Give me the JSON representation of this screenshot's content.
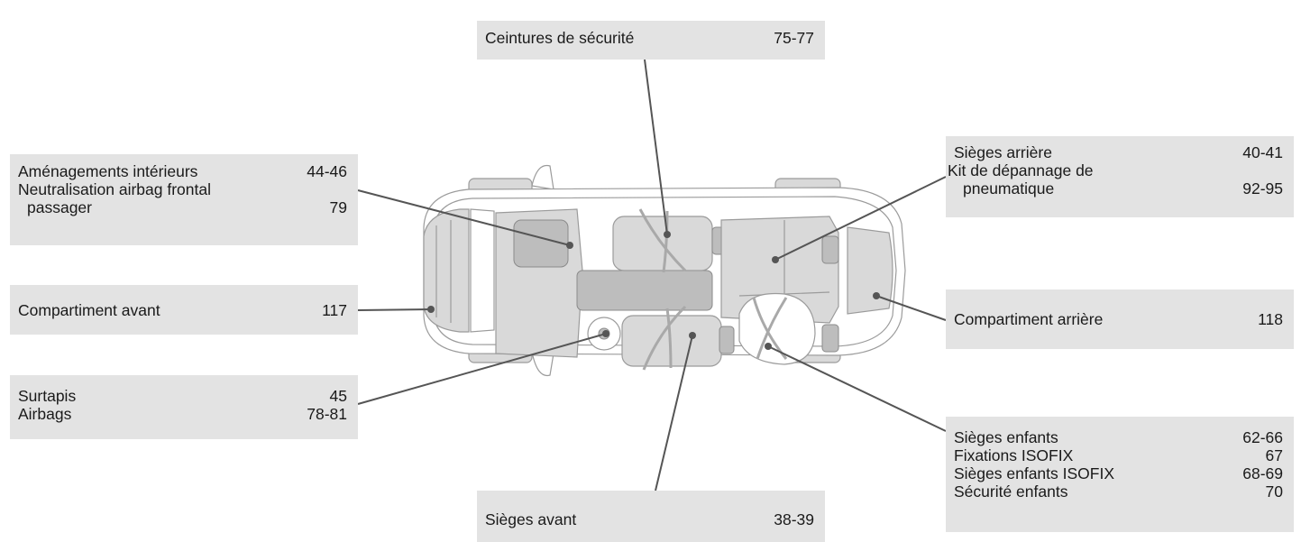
{
  "callouts": {
    "ceintures": {
      "items": [
        {
          "label": "Ceintures de sécurité",
          "pages": "75-77"
        }
      ]
    },
    "amenagements": {
      "items": [
        {
          "label": "Aménagements intérieurs",
          "pages": "44-46"
        },
        {
          "label": "Neutralisation airbag frontal",
          "pages": ""
        },
        {
          "label": "passager",
          "pages": "79"
        }
      ]
    },
    "compartiment_avant": {
      "items": [
        {
          "label": "Compartiment avant",
          "pages": "117"
        }
      ]
    },
    "surtapis": {
      "items": [
        {
          "label": "Surtapis",
          "pages": "45"
        },
        {
          "label": "Airbags",
          "pages": "78-81"
        }
      ]
    },
    "sieges_avant": {
      "items": [
        {
          "label": "Sièges avant",
          "pages": "38-39"
        }
      ]
    },
    "sieges_arriere": {
      "items": [
        {
          "label": "Sièges arrière",
          "pages": "40-41"
        },
        {
          "label": "Kit de dépannage de",
          "pages": ""
        },
        {
          "label": "pneumatique",
          "pages": "92-95"
        }
      ]
    },
    "compartiment_arriere": {
      "items": [
        {
          "label": "Compartiment arrière",
          "pages": "118"
        }
      ]
    },
    "sieges_enfants": {
      "items": [
        {
          "label": "Sièges enfants",
          "pages": "62-66"
        },
        {
          "label": "Fixations ISOFIX",
          "pages": "67"
        },
        {
          "label": "Sièges enfants ISOFIX",
          "pages": "68-69"
        },
        {
          "label": "Sécurité enfants",
          "pages": "70"
        }
      ]
    }
  },
  "colors": {
    "callout_bg": "#e3e3e3",
    "leader": "#555555",
    "car_outline": "#9b9b9b"
  }
}
